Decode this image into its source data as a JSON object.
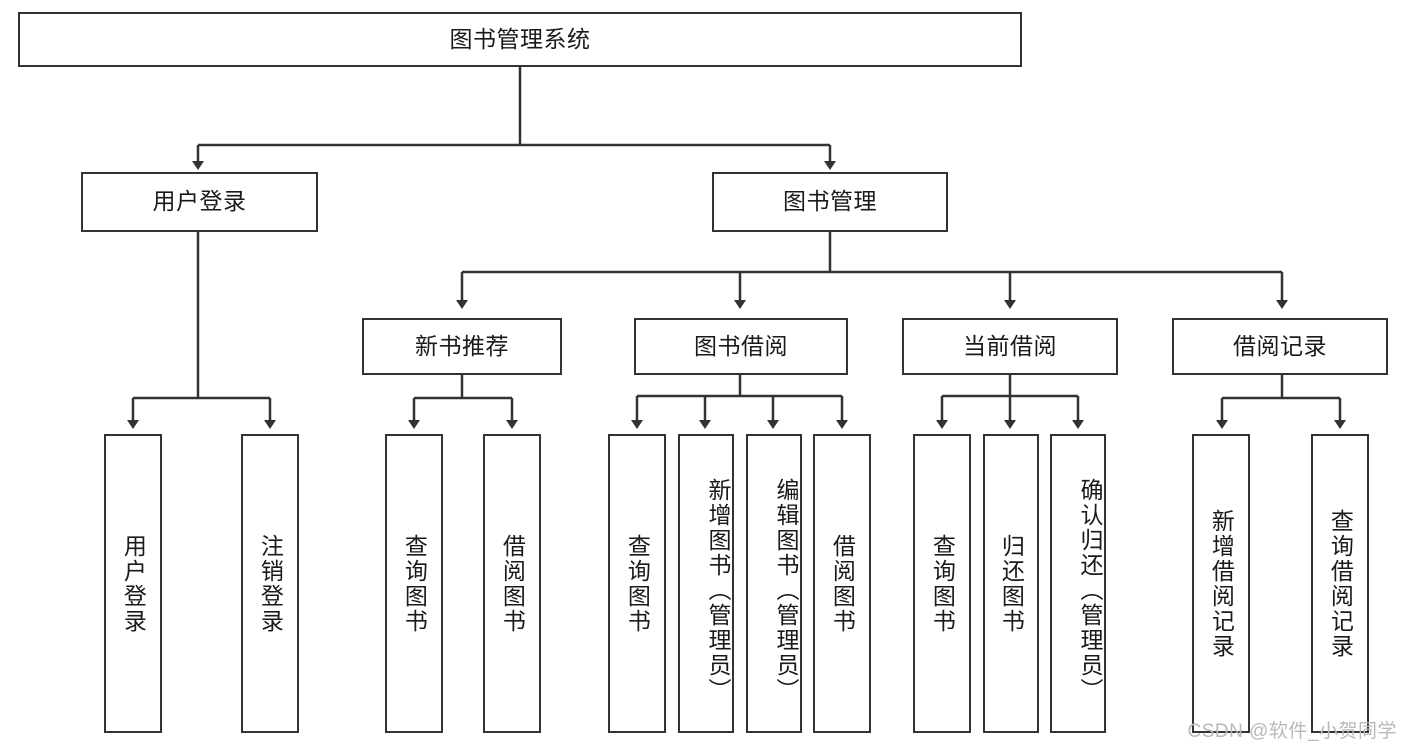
{
  "diagram": {
    "title": "图书管理系统",
    "type": "hierarchy-tree",
    "levels": 4
  },
  "root": {
    "label": "图书管理系统"
  },
  "level2": [
    {
      "id": "user-login",
      "label": "用户登录"
    },
    {
      "id": "book-manage",
      "label": "图书管理"
    }
  ],
  "level3": [
    {
      "id": "new-book-recommend",
      "label": "新书推荐"
    },
    {
      "id": "book-borrow",
      "label": "图书借阅"
    },
    {
      "id": "current-borrow",
      "label": "当前借阅"
    },
    {
      "id": "borrow-record",
      "label": "借阅记录"
    }
  ],
  "leaves": {
    "user_login": [
      {
        "id": "leaf-user-login",
        "label": "用户登录"
      },
      {
        "id": "leaf-logout-login",
        "label": "注销登录"
      }
    ],
    "new_book_recommend": [
      {
        "id": "leaf-query-book-1",
        "label": "查询图书"
      },
      {
        "id": "leaf-borrow-book-1",
        "label": "借阅图书"
      }
    ],
    "book_borrow": [
      {
        "id": "leaf-query-book-2",
        "label": "查询图书"
      },
      {
        "id": "leaf-add-book-admin",
        "label": "新增图书（管理员）"
      },
      {
        "id": "leaf-edit-book-admin",
        "label": "编辑图书（管理员）"
      },
      {
        "id": "leaf-borrow-book-2",
        "label": "借阅图书"
      }
    ],
    "current_borrow": [
      {
        "id": "leaf-query-book-3",
        "label": "查询图书"
      },
      {
        "id": "leaf-return-book",
        "label": "归还图书"
      },
      {
        "id": "leaf-confirm-return-admin",
        "label": "确认归还（管理员）"
      }
    ],
    "borrow_record": [
      {
        "id": "leaf-add-borrow-record",
        "label": "新增借阅记录"
      },
      {
        "id": "leaf-query-borrow-record",
        "label": "查询借阅记录"
      }
    ]
  },
  "watermark": {
    "text": "CSDN @软件_小贺同学"
  },
  "colors": {
    "stroke": "#333333",
    "background": "#ffffff",
    "text": "#1a1a1a",
    "watermark": "#b9b9b9"
  }
}
